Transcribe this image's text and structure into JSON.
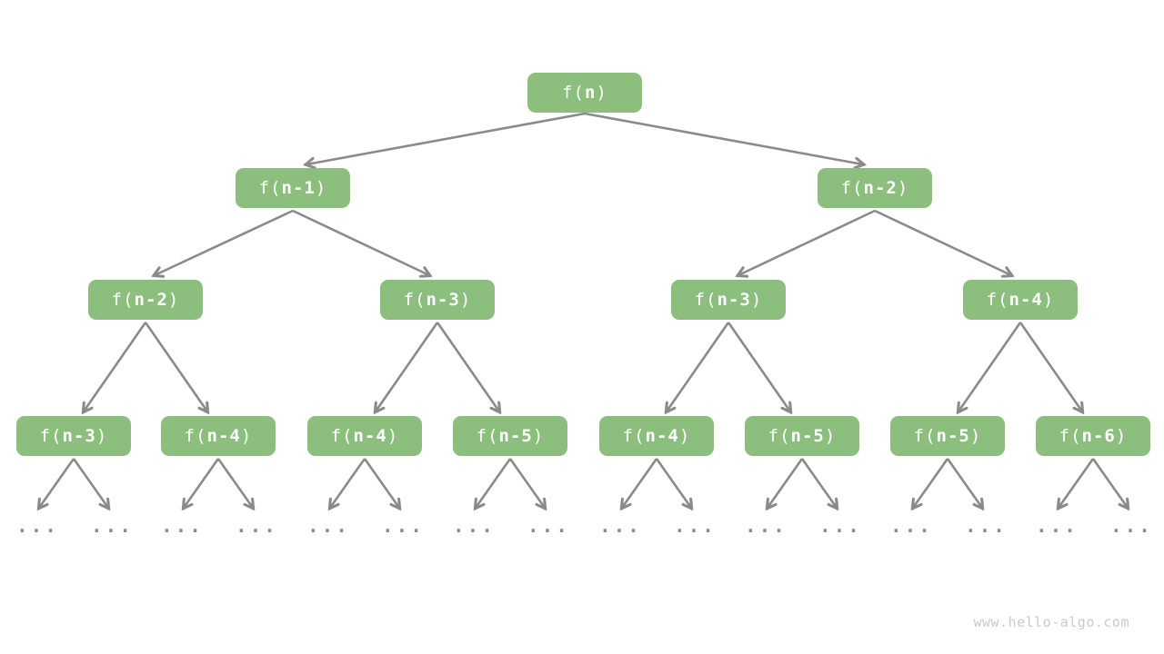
{
  "diagram": {
    "type": "recursion-tree",
    "ellipsis": "...",
    "watermark": "www.hello-algo.com",
    "colors": {
      "node_fill": "#8cbe7d",
      "node_text": "#ffffff",
      "arrow": "#8a8a8a",
      "ellipsis": "#8f8f8f",
      "watermark": "#c9c9c9",
      "background": "#ffffff"
    },
    "tree": {
      "nodes": [
        {
          "level": 0,
          "pre": "f(",
          "arg": "n",
          "post": ")"
        },
        {
          "level": 1,
          "pre": "f(",
          "arg": "n-1",
          "post": ")"
        },
        {
          "level": 1,
          "pre": "f(",
          "arg": "n-2",
          "post": ")"
        },
        {
          "level": 2,
          "pre": "f(",
          "arg": "n-2",
          "post": ")"
        },
        {
          "level": 2,
          "pre": "f(",
          "arg": "n-3",
          "post": ")"
        },
        {
          "level": 2,
          "pre": "f(",
          "arg": "n-3",
          "post": ")"
        },
        {
          "level": 2,
          "pre": "f(",
          "arg": "n-4",
          "post": ")"
        },
        {
          "level": 3,
          "pre": "f(",
          "arg": "n-3",
          "post": ")"
        },
        {
          "level": 3,
          "pre": "f(",
          "arg": "n-4",
          "post": ")"
        },
        {
          "level": 3,
          "pre": "f(",
          "arg": "n-4",
          "post": ")"
        },
        {
          "level": 3,
          "pre": "f(",
          "arg": "n-5",
          "post": ")"
        },
        {
          "level": 3,
          "pre": "f(",
          "arg": "n-4",
          "post": ")"
        },
        {
          "level": 3,
          "pre": "f(",
          "arg": "n-5",
          "post": ")"
        },
        {
          "level": 3,
          "pre": "f(",
          "arg": "n-5",
          "post": ")"
        },
        {
          "level": 3,
          "pre": "f(",
          "arg": "n-6",
          "post": ")"
        }
      ]
    }
  }
}
